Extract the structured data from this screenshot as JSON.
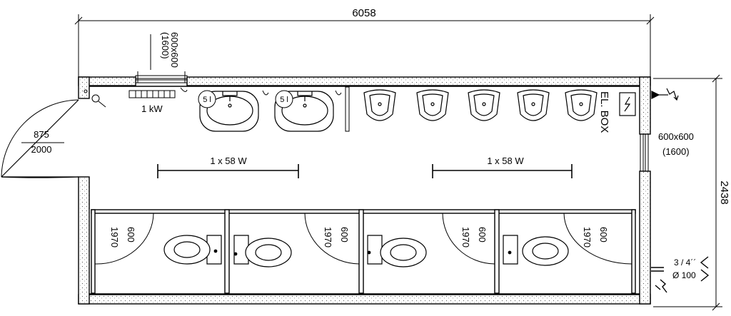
{
  "dimensions": {
    "length": "6058",
    "width": "2438"
  },
  "window_top": {
    "size": "600x600",
    "height": "(1600)"
  },
  "window_right": {
    "size": "600x600",
    "height": "(1600)"
  },
  "door": {
    "width": "875",
    "height": "2000"
  },
  "heater": {
    "power": "1 kW"
  },
  "sinks": {
    "boiler_1": "5 l",
    "boiler_2": "5 l"
  },
  "lights": {
    "left": "1 x 58 W",
    "right": "1 x 58 W"
  },
  "electric_box": {
    "label": "EL. BOX"
  },
  "stalls": [
    {
      "depth": "1970",
      "width": "600"
    },
    {
      "depth": "1970",
      "width": "600"
    },
    {
      "depth": "1970",
      "width": "600"
    },
    {
      "depth": "1970",
      "width": "600"
    }
  ],
  "connections": {
    "water": "3 / 4´´",
    "drain": "Ø 100"
  }
}
